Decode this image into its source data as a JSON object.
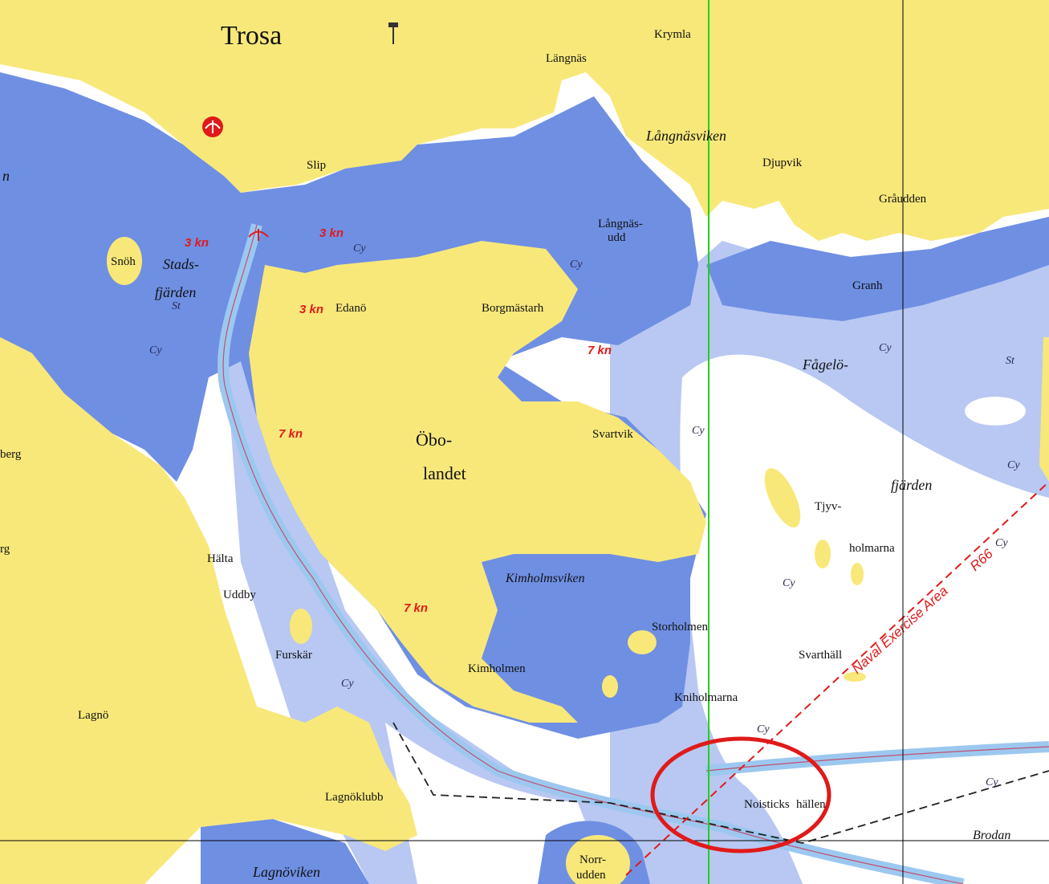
{
  "map": {
    "colors": {
      "land": "#f8e87a",
      "deep_water": "#6f8fe3",
      "mid_water": "#b8c8f2",
      "shallow_water": "#ffffff",
      "fairway": "#9cc8f0",
      "restricted": "#e01a1a",
      "meridian": "#22d01c",
      "grid": "#000000"
    },
    "place_names": {
      "trosa": "Trosa",
      "krymla": "Krymla",
      "langnas": "Längnäs",
      "langnasviken": "Långnäsviken",
      "djupvik": "Djupvik",
      "graudden": "Gråudden",
      "slip": "Slip",
      "langnas_udd_1": "Långnäs-",
      "langnas_udd_2": "udd",
      "snoh": "Snöh",
      "stads": "Stads-",
      "fjarden": "fjärden",
      "edano": "Edanö",
      "borgmastarh": "Borgmästarh",
      "granh": "Granh",
      "fagelo": "Fågelö-",
      "fjarden2": "fjärden",
      "svartvik": "Svartvik",
      "obo": "Öbo-",
      "landet": "landet",
      "tjyv": "Tjyv-",
      "holmarna": "holmarna",
      "halta": "Hälta",
      "uddby": "Uddby",
      "kimholmsviken": "Kimholmsviken",
      "storholmen": "Storholmen",
      "svarthall": "Svarthäll",
      "furskar": "Furskär",
      "kimholmen": "Kimholmen",
      "kniholmarna": "Kniholmarna",
      "lagno": "Lagnö",
      "lagnoklubb": "Lagnöklubb",
      "noisticks": "Noisticks",
      "hallen": "hällen",
      "norr": "Norr-",
      "udden": "udden",
      "lagnoviken": "Lagnöviken",
      "brodan": "Brodan",
      "edge_n": "n",
      "edge_berg": "berg",
      "edge_rg": "rg"
    },
    "speed_limits": {
      "s1": "3 kn",
      "s2": "3 kn",
      "s3": "3 kn",
      "s4": "7 kn",
      "s5": "7 kn",
      "s6": "7 kn"
    },
    "naval_area": "Naval Exercise Area",
    "naval_code": "R66",
    "bottom": {
      "cy": "Cy",
      "st": "St"
    }
  }
}
